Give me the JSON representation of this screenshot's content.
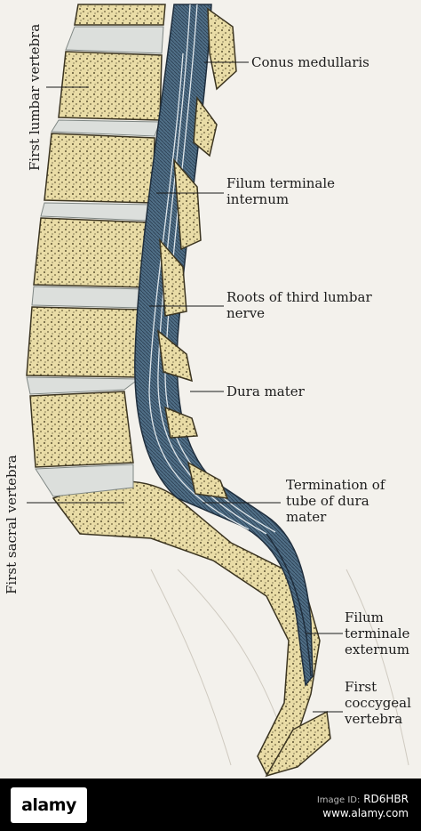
{
  "labels": {
    "first_lumbar_vertebra": "First lumbar vertebra",
    "conus_medullaris": "Conus medullaris",
    "filum_terminale_internum_1": "Filum terminale",
    "filum_terminale_internum_2": "internum",
    "roots_third_lumbar_1": "Roots of third lumbar",
    "roots_third_lumbar_2": "nerve",
    "dura_mater": "Dura mater",
    "termination_1": "Termination of",
    "termination_2": "tube of dura",
    "termination_3": "mater",
    "first_sacral_vertebra": "First sacral vertebra",
    "filum_externum_1": "Filum",
    "filum_externum_2": "terminale",
    "filum_externum_3": "externum",
    "first_coccygeal_1": "First",
    "first_coccygeal_2": "coccygeal",
    "first_coccygeal_3": "vertebra"
  },
  "watermark": {
    "logo_text": "alamy",
    "image_id_label": "Image ID:",
    "image_id": "RD6HBR",
    "site": "www.alamy.com"
  },
  "colors": {
    "bone": "#e9dca6",
    "dura_blue": "#4f6e86",
    "disc": "#dcdfdc",
    "background": "#f3f1ec"
  }
}
